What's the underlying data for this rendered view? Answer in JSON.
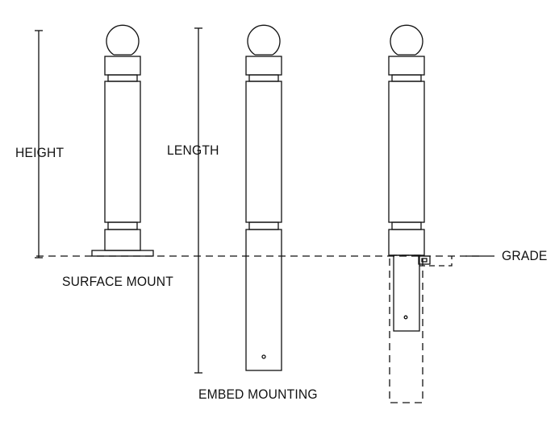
{
  "labels": {
    "height": "HEIGHT",
    "length": "LENGTH",
    "surface_mount": "SURFACE MOUNT",
    "embed_mounting": "EMBED MOUNTING",
    "grade": "GRADE"
  },
  "colors": {
    "line": "#111111",
    "background": "#ffffff"
  }
}
